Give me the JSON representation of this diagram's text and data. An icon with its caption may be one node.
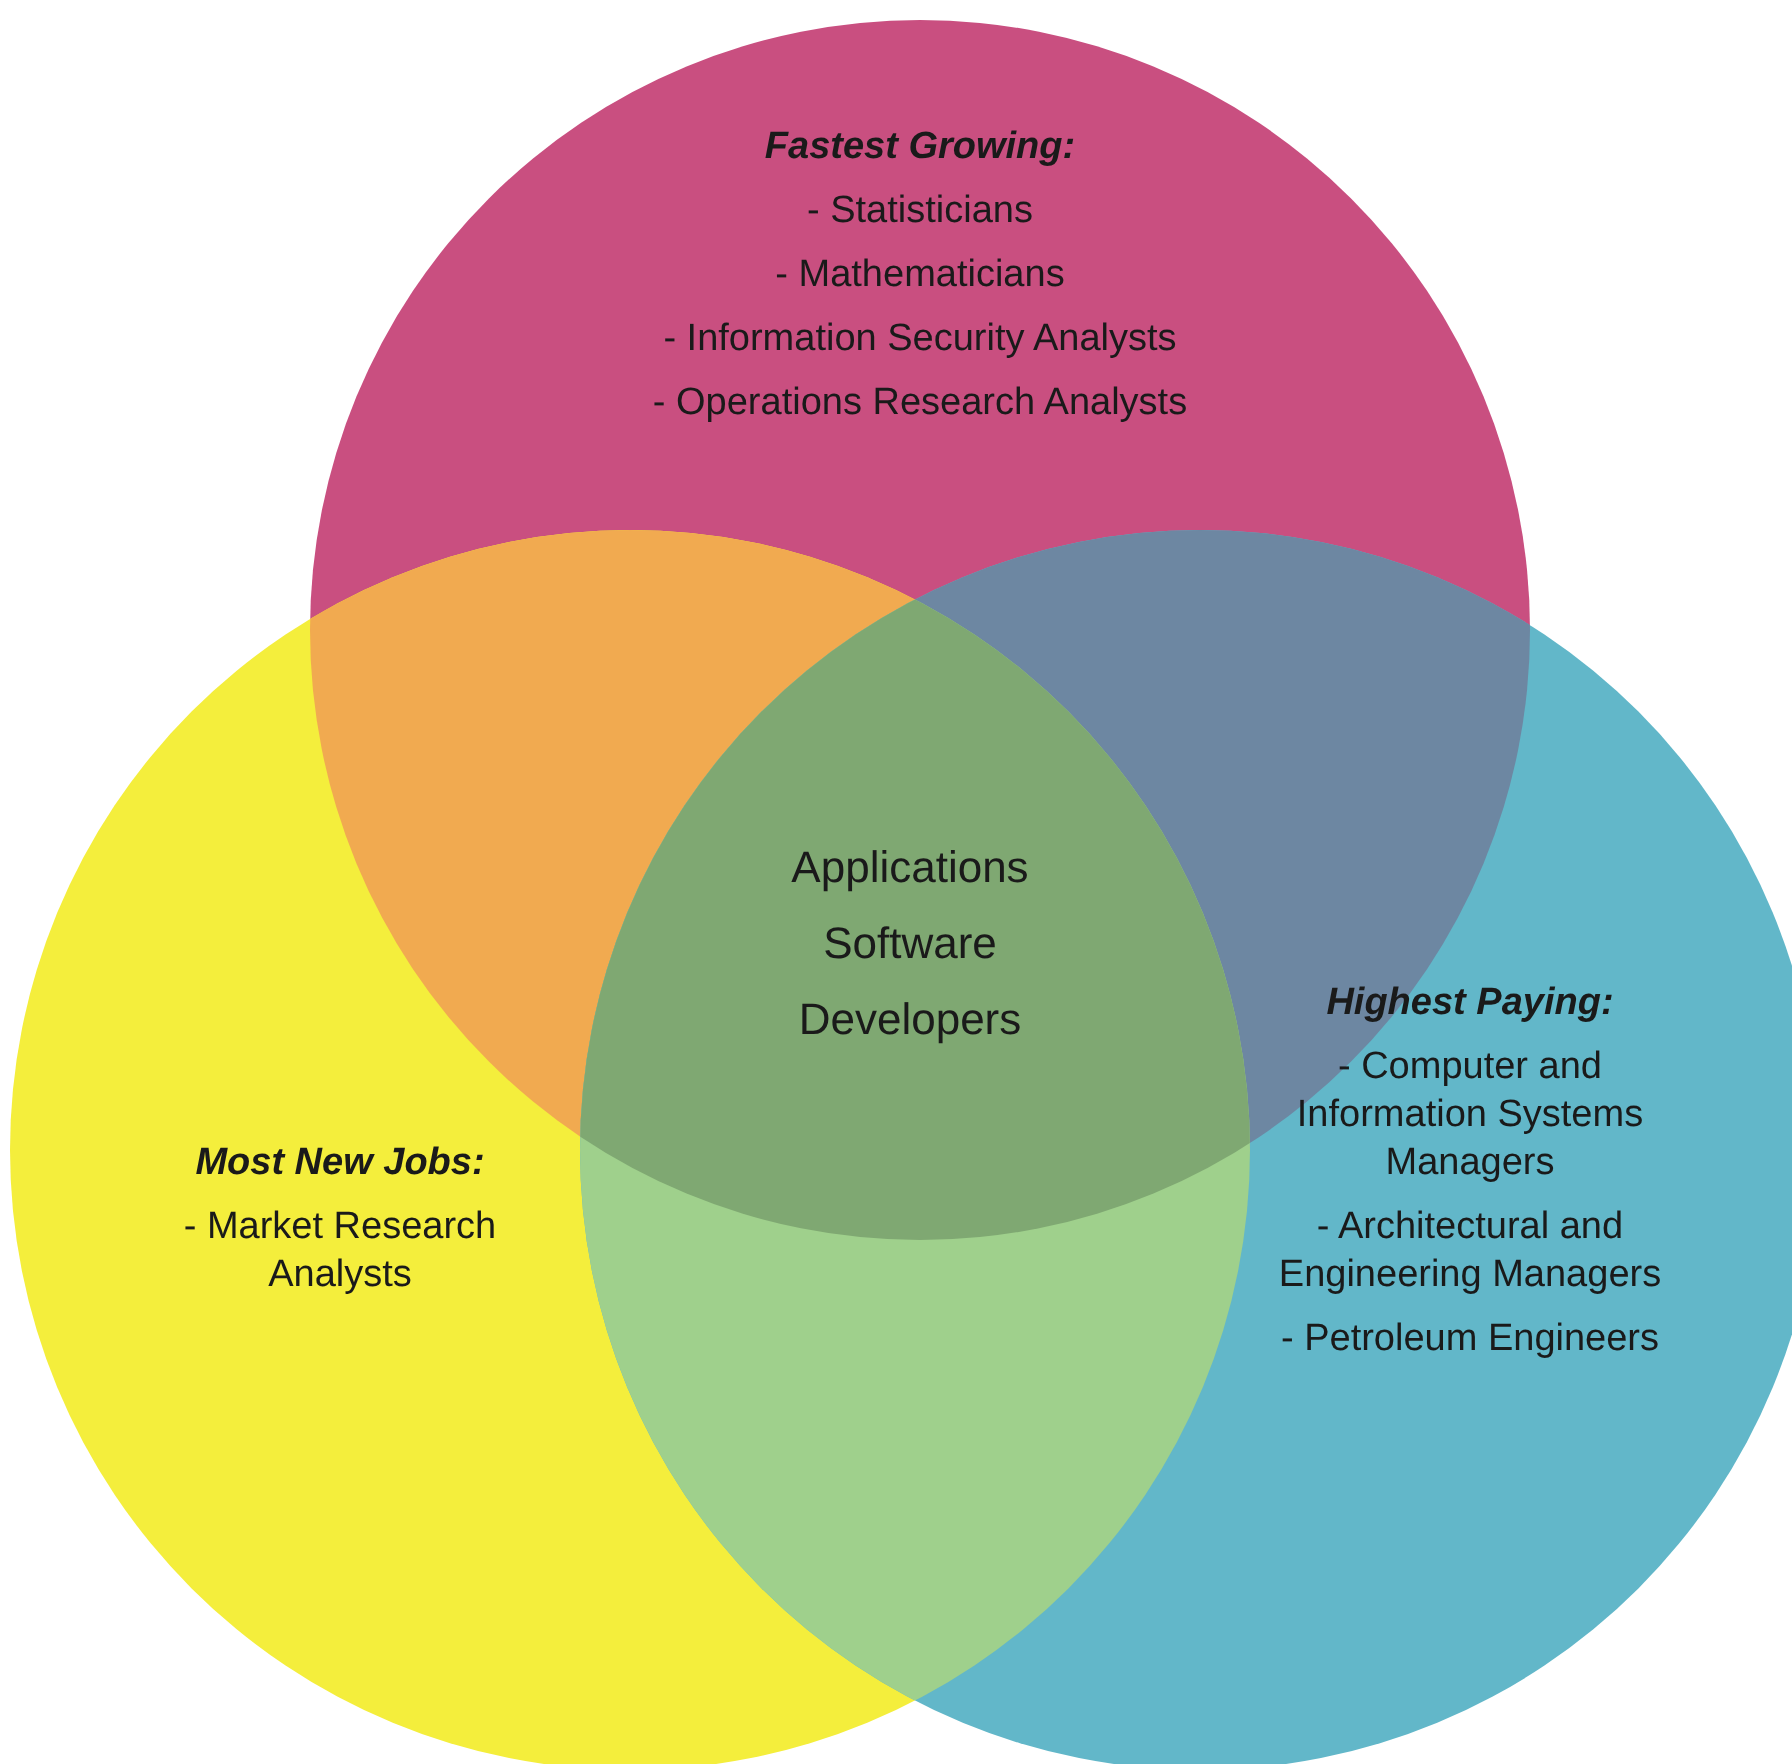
{
  "diagram": {
    "nodes": [
      {
        "text": [
          "Fastest Growing:",
          "- Statisticians",
          "- Mathematicians",
          "- Information Security Analysts",
          "- Operations Research Analysts"
        ]
      },
      {
        "text": [
          "Most New Jobs:",
          "- Market Research Analysts"
        ]
      },
      {
        "text": [
          "Highest Paying:",
          "- Computer and Information Systems Managers",
          "- Architectural and Engineering Managers",
          "- Petroleum Engineers"
        ]
      }
    ],
    "edges": [],
    "labels": [
      "Applications Software Developers"
    ]
  }
}
